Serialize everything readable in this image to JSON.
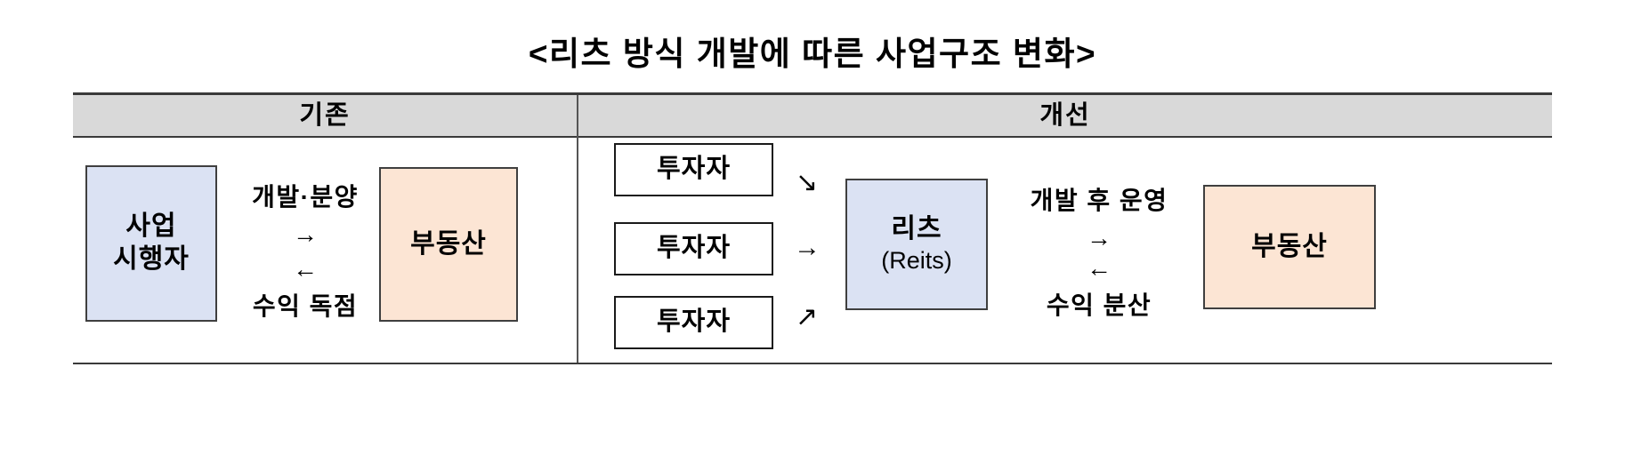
{
  "title": "<리츠 방식 개발에 따른 사업구조 변화>",
  "colors": {
    "header_band": "#d9d9d9",
    "blue_box": "#dbe2f3",
    "peach_box": "#fce5d4",
    "white_box": "#ffffff",
    "border": "#3f3f3f",
    "text": "#000000"
  },
  "table": {
    "headers": {
      "left": "기존",
      "right": "개선"
    }
  },
  "before": {
    "developer_box": {
      "line1": "사업",
      "line2": "시행자"
    },
    "flow_forward": {
      "label": "개발·분양",
      "arrow": "→"
    },
    "flow_back": {
      "arrow": "←",
      "label": "수익 독점"
    },
    "property_box": {
      "label": "부동산"
    }
  },
  "after": {
    "investors": [
      {
        "label": "투자자",
        "connector": "↘"
      },
      {
        "label": "투자자",
        "connector": "→"
      },
      {
        "label": "투자자",
        "connector": "↗"
      }
    ],
    "reits_box": {
      "line1": "리츠",
      "line2": "(Reits)"
    },
    "flow_forward": {
      "label": "개발 후 운영",
      "arrow": "→"
    },
    "flow_back": {
      "arrow": "←",
      "label": "수익 분산"
    },
    "property_box": {
      "label": "부동산"
    }
  }
}
